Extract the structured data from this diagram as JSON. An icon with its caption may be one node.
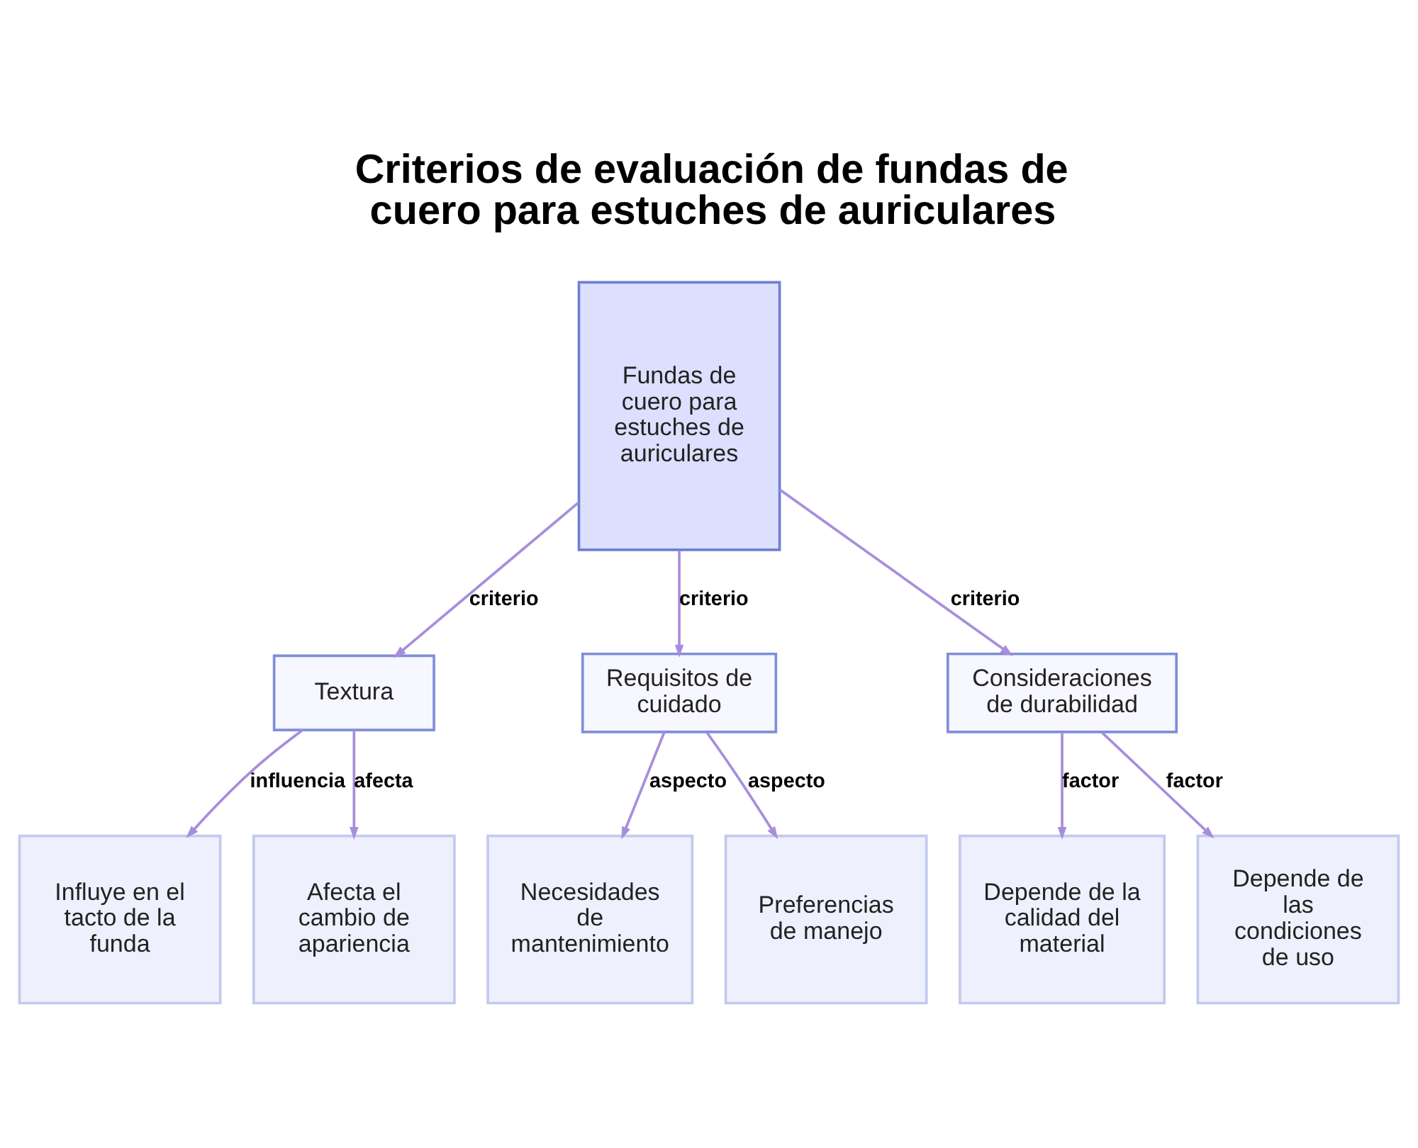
{
  "diagram": {
    "title": "Criterios de evaluación de fundas de cuero para estuches de auriculares",
    "nodes": [
      {
        "text": [
          "Fundas de cuero para estuches de auriculares"
        ]
      },
      {
        "text": [
          "Textura"
        ]
      },
      {
        "text": [
          "Requisitos de cuidado"
        ]
      },
      {
        "text": [
          "Consideraciones de durabilidad"
        ]
      },
      {
        "text": [
          "Influye en el tacto de la funda"
        ]
      },
      {
        "text": [
          "Afecta el cambio de apariencia"
        ]
      },
      {
        "text": [
          "Necesidades de mantenimiento"
        ]
      },
      {
        "text": [
          "Preferencias de manejo"
        ]
      },
      {
        "text": [
          "Depende de la calidad del material"
        ]
      },
      {
        "text": [
          "Depende de las condiciones de uso"
        ]
      }
    ],
    "edges": [
      {
        "from": 0,
        "to": 1,
        "arrow": "to",
        "label": "criterio"
      },
      {
        "from": 0,
        "to": 2,
        "arrow": "to",
        "label": "criterio"
      },
      {
        "from": 0,
        "to": 3,
        "arrow": "to",
        "label": "criterio"
      },
      {
        "from": 1,
        "to": 4,
        "arrow": "to",
        "label": "influencia"
      },
      {
        "from": 1,
        "to": 5,
        "arrow": "to",
        "label": "afecta"
      },
      {
        "from": 2,
        "to": 6,
        "arrow": "to",
        "label": "aspecto"
      },
      {
        "from": 2,
        "to": 7,
        "arrow": "to",
        "label": "aspecto"
      },
      {
        "from": 3,
        "to": 8,
        "arrow": "to",
        "label": "factor"
      },
      {
        "from": 3,
        "to": 9,
        "arrow": "to",
        "label": "factor"
      }
    ]
  }
}
